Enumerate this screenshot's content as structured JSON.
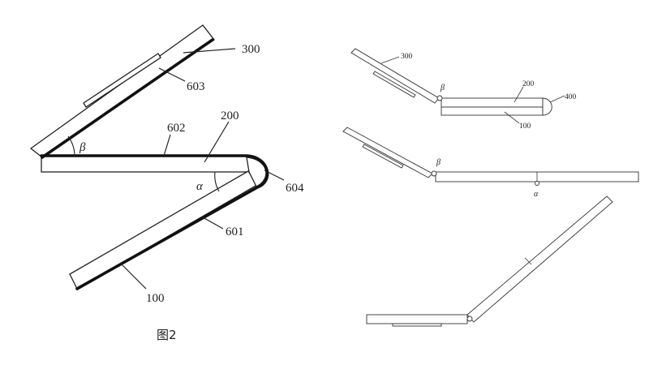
{
  "figure": {
    "caption": "图2",
    "main": {
      "labels": {
        "l300": "300",
        "l603": "603",
        "l200": "200",
        "l602": "602",
        "l604": "604",
        "l601": "601",
        "l100": "100",
        "beta": "β",
        "alpha": "α"
      }
    },
    "side_top": {
      "labels": {
        "l300": "300",
        "l200": "200",
        "l400": "400",
        "l100": "100",
        "beta": "β"
      }
    },
    "side_middle": {
      "labels": {
        "beta": "β",
        "alpha": "α"
      }
    },
    "side_bottom": {
      "labels": {}
    }
  }
}
